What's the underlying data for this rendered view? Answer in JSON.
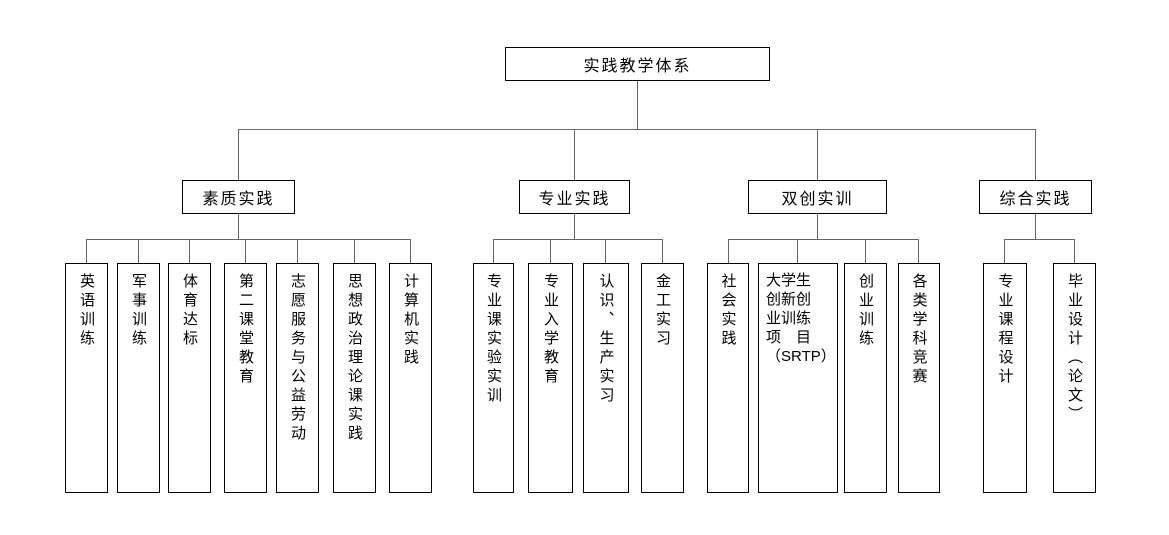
{
  "title": "实践教学体系",
  "branches": [
    {
      "label": "素质实践",
      "children": [
        "英语训练",
        "军事训练",
        "体育达标",
        "第二课堂教育",
        "志愿服务与公益劳动",
        "思想政治理论课实践",
        "计算机实践"
      ]
    },
    {
      "label": "专业实践",
      "children": [
        "专业课实验实训",
        "专业入学教育",
        "认识、生产实习",
        "金工实习"
      ]
    },
    {
      "label": "双创实训",
      "children": [
        "社会实践",
        "大学生\n创新创\n业训练\n项　目\n（SRTP）",
        "创业训练",
        "各类学科竞赛"
      ]
    },
    {
      "label": "综合实践",
      "children": [
        "专业课程设计",
        "毕业设计（论文）"
      ]
    }
  ],
  "colors": {
    "box_border": "#000000",
    "connector": "#666666",
    "text": "#000000",
    "background": "#ffffff"
  }
}
